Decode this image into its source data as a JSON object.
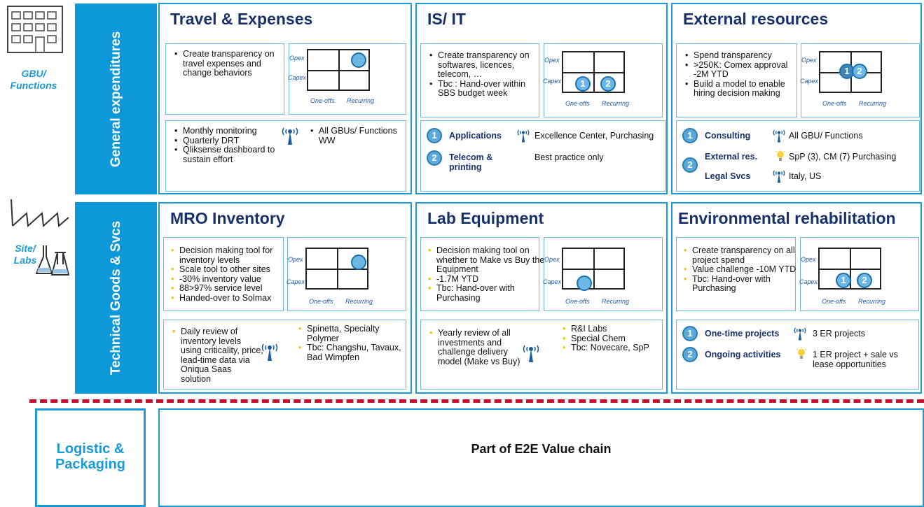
{
  "left": {
    "gbu_label": "GBU/ Functions",
    "site_label": "Site/ Labs",
    "general_expenditures": "General expenditures",
    "technical_goods": "Technical Goods & Svcs"
  },
  "matrix_labels": {
    "opex": "Opex",
    "capex": "Capex",
    "one_offs": "One-offs",
    "recurring": "Recurring"
  },
  "panels": {
    "travel": {
      "title": "Travel & Expenses",
      "bullets": [
        "Create transparency on travel expenses and change behaviors"
      ],
      "monitor": [
        "Monthly monitoring",
        "Quarterly DRT",
        "Qliksense dashboard to sustain effort"
      ],
      "scope": "All GBUs/ Functions WW"
    },
    "isit": {
      "title": "IS/ IT",
      "bullets": [
        "Create transparency on softwares, licences, telecom, …",
        "Tbc : Hand-over within SBS budget week"
      ],
      "rows": [
        {
          "num": "1",
          "label": "Applications",
          "value": "Excellence Center, Purchasing"
        },
        {
          "num": "2",
          "label": "Telecom & printing",
          "value": "Best practice only"
        }
      ]
    },
    "external": {
      "title": "External resources",
      "bullets": [
        "Spend transparency",
        ">250K: Comex approval -2M YTD",
        "Build a model to enable hiring decision making"
      ],
      "rows": [
        {
          "num": "1",
          "label": "Consulting",
          "value": "All GBU/ Functions"
        },
        {
          "num": "2",
          "label": "External res.",
          "value": "SpP (3), CM (7)  Purchasing"
        },
        {
          "num": "",
          "label": "Legal Svcs",
          "value": "Italy, US"
        }
      ]
    },
    "mro": {
      "title": "MRO Inventory",
      "bullets": [
        "Decision making tool for inventory levels",
        "Scale tool to other sites",
        "-30% inventory value",
        "88>97% service level",
        "Handed-over to Solmax"
      ],
      "monitor": [
        "Daily review of inventory levels using criticality, price, lead-time data via Oniqua Saas solution"
      ],
      "scope": [
        "Spinetta, Specialty Polymer",
        "Tbc: Changshu, Tavaux, Bad Wimpfen"
      ]
    },
    "lab": {
      "title": "Lab Equipment",
      "bullets": [
        "Decision making tool on whether to Make vs Buy the Equipment",
        "-1.7M YTD",
        "Tbc: Hand-over with Purchasing"
      ],
      "monitor": [
        "Yearly review of all investments and challenge delivery model (Make vs Buy)"
      ],
      "scope": [
        "R&I Labs",
        "Special Chem",
        "Tbc: Novecare, SpP"
      ]
    },
    "env": {
      "title": "Environmental rehabilitation",
      "bullets": [
        "Create transparency on all project spend",
        "Value challenge -10M YTD",
        "Tbc: Hand-over with Purchasing"
      ],
      "rows": [
        {
          "num": "1",
          "label": "One-time projects",
          "value": "3 ER projects"
        },
        {
          "num": "2",
          "label": "Ongoing activities",
          "value": "1 ER project + sale vs lease opportunities"
        }
      ]
    }
  },
  "bottom": {
    "logistic": "Logistic & Packaging",
    "e2e": "Part of E2E Value chain"
  },
  "colors": {
    "accent": "#0d99d9",
    "title": "#17326b",
    "dash": "#c8102e"
  }
}
